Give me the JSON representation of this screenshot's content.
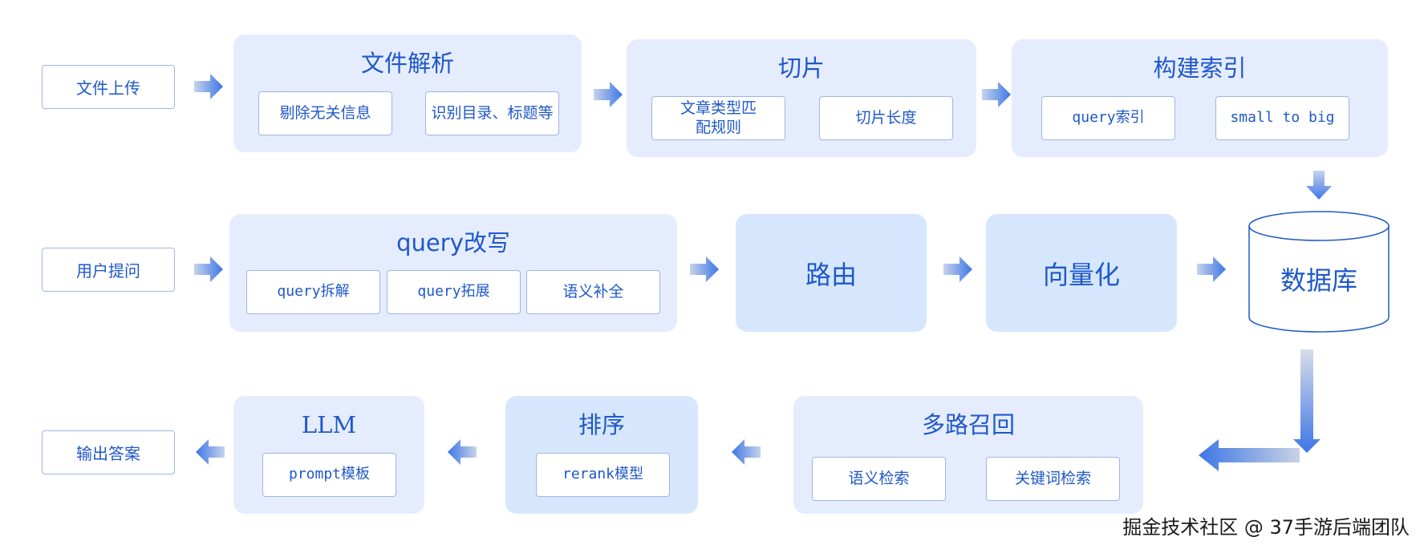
{
  "left_labels": {
    "upload": "文件上传",
    "ask": "用户提问",
    "answer": "输出答案"
  },
  "row1": {
    "parse": {
      "title": "文件解析",
      "chips": [
        "剔除无关信息",
        "识别目录、标题等"
      ]
    },
    "chunk": {
      "title": "切片",
      "chips": [
        "文章类型匹配规则",
        "切片长度"
      ]
    },
    "index": {
      "title": "构建索引",
      "chips": [
        "query索引",
        "small to big"
      ]
    }
  },
  "row2": {
    "rewrite": {
      "title": "query改写",
      "chips": [
        "query拆解",
        "query拓展",
        "语义补全"
      ]
    },
    "route": "路由",
    "vectorize": "向量化",
    "database": "数据库"
  },
  "row3": {
    "recall": {
      "title": "多路召回",
      "chips": [
        "语义检索",
        "关键词检索"
      ]
    },
    "sort": {
      "title": "排序",
      "chips": [
        "rerank模型"
      ]
    },
    "llm": {
      "title": "LLM",
      "chips": [
        "prompt模板"
      ]
    }
  },
  "watermark": "掘金技术社区 @ 37手游后端团队",
  "colors": {
    "accent": "#1f58c9",
    "group_bg": "#e5ecfd",
    "solid_bg": "#d6e7fd",
    "arrow": "#4a7fe8"
  }
}
